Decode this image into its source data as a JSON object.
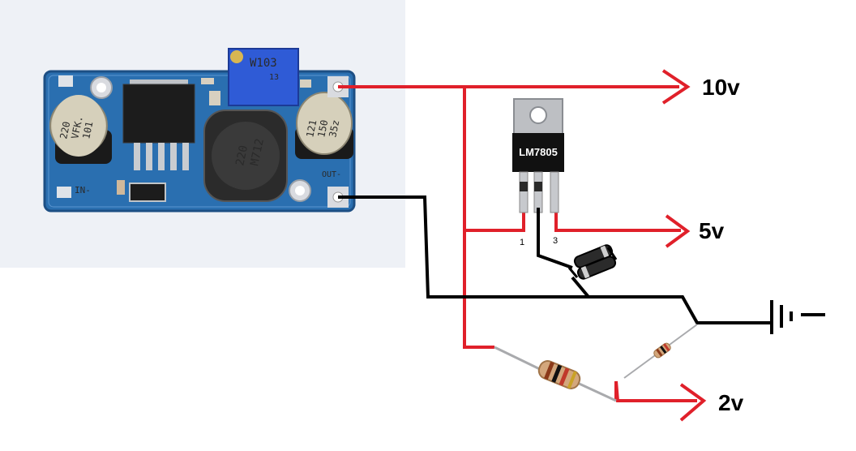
{
  "module": {
    "pot_marking": "W103",
    "pot_small_marking": "13",
    "cap_left_line1": "220",
    "cap_left_line2": "VFK.",
    "cap_left_line3": "101",
    "cap_right_line1": "121",
    "cap_right_line2": "150",
    "cap_right_line3": "35z",
    "inductor_line1": "220",
    "inductor_line2": "M712",
    "pad_in_label": "IN-",
    "pad_out_label": "OUT-"
  },
  "regulator": {
    "name": "LM7805",
    "pin1_label": "1",
    "pin3_label": "3"
  },
  "outputs": {
    "v10": "10v",
    "v5": "5v",
    "v2": "2v"
  },
  "colors": {
    "positive_wire": "#e0202a",
    "ground_wire": "#000000",
    "pcb": "#2a6fb0",
    "pot": "#2f5bd6"
  }
}
